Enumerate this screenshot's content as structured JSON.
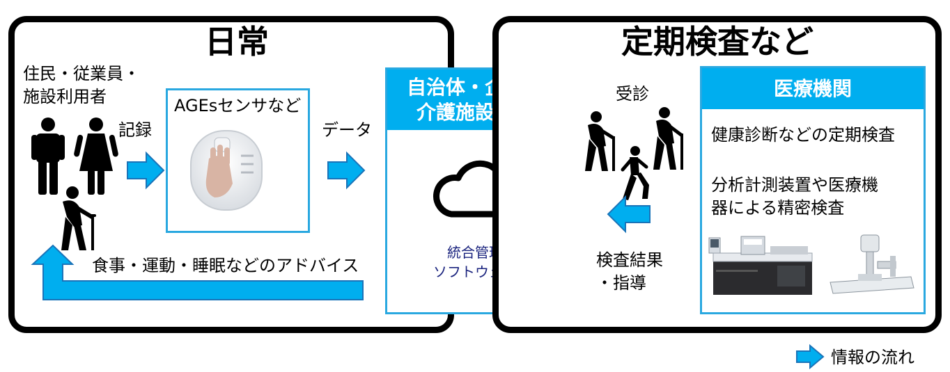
{
  "daily": {
    "title": "日常",
    "residents_line1": "住民・従業員・",
    "residents_line2": "施設利用者",
    "record_label": "記録",
    "sensor_title": "AGEsセンサなど",
    "data_label": "データ",
    "advice_label": "食事・運動・睡眠などのアドバイス"
  },
  "center": {
    "header_line1": "自治体・企業・",
    "header_line2": "介護施設など",
    "software_line1": "統合管理",
    "software_line2": "ソフトウェア"
  },
  "checkup": {
    "title": "定期検査など",
    "visit_label": "受診",
    "result_line1": "検査結果",
    "result_line2": "・指導",
    "institution_header": "医療機関",
    "item1": "健康診断などの定期検査",
    "item2_line1": "分析計測装置や医療機",
    "item2_line2": "器による精密検査"
  },
  "legend": {
    "label": "情報の流れ"
  },
  "colors": {
    "accent_blue": "#00aeef",
    "border_blue": "#29a8e0",
    "cloud_text": "#1a237e"
  }
}
